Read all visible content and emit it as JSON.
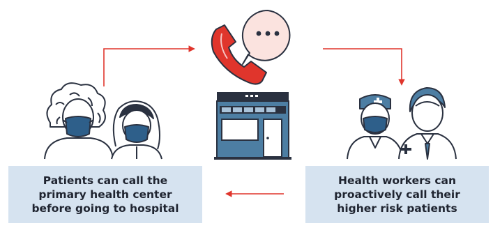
{
  "left_caption": {
    "line1": "Patients can call the",
    "line2": "primary health center",
    "line3": "before going to hospital"
  },
  "right_caption": {
    "line1": "Health workers can",
    "line2": "proactively call their",
    "line3": "higher risk patients"
  },
  "icons": {
    "patients": "patients-masked-icon",
    "phone": "phone-call-icon",
    "chat": "speech-bubble-icon",
    "clinic": "health-center-icon",
    "workers": "health-workers-icon"
  },
  "colors": {
    "arrow": "#e0352c",
    "outline": "#2a3140",
    "mask": "#2e5f8a",
    "building": "#4d7ea3",
    "caption_bg": "#d6e3f0",
    "phone": "#e0352c"
  }
}
